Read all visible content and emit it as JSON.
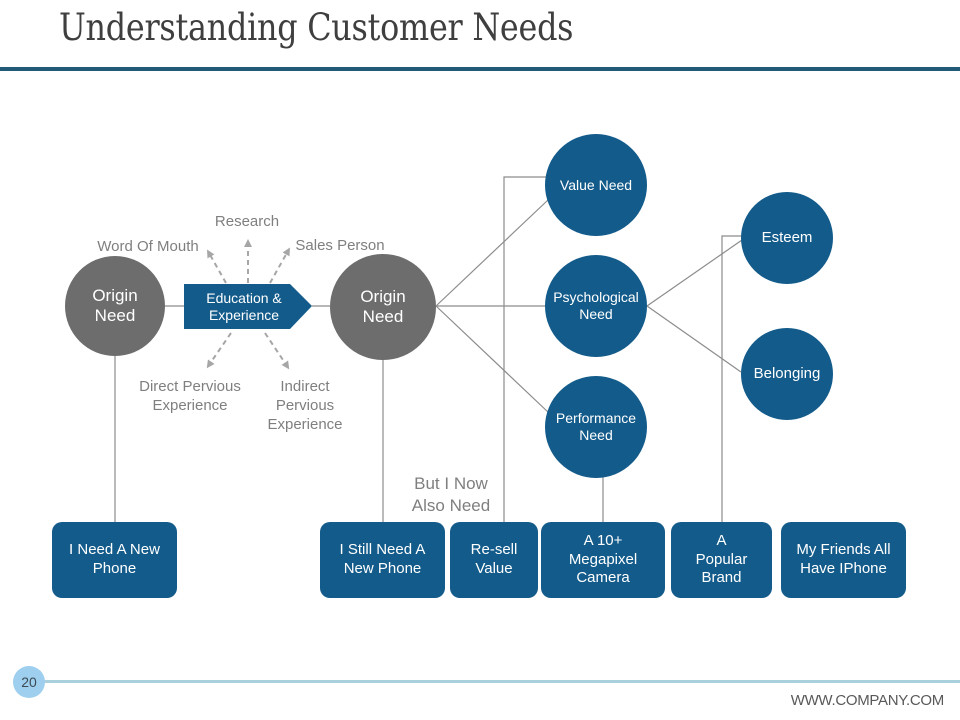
{
  "slide": {
    "title": "Understanding Customer Needs",
    "page_number": "20",
    "footer_url": "WWW.COMPANY.COM"
  },
  "colors": {
    "primary_blue": "#135b8a",
    "origin_grey": "#6d6d6d",
    "title_bar": "#235a78",
    "footer_line": "#a9d0dc",
    "page_badge": "#9fcfee",
    "connector": "#8c8c8c",
    "dashed_arrow": "#a6a6a6",
    "label_grey": "#7f7f7f"
  },
  "origin_nodes": [
    {
      "label": "Origin\nNeed"
    },
    {
      "label": "Origin\nNeed"
    }
  ],
  "process": {
    "label": "Education &\nExperience"
  },
  "influences": {
    "research": "Research",
    "word_of_mouth": "Word Of Mouth",
    "sales_person": "Sales Person",
    "direct_experience": "Direct Pervious\nExperience",
    "indirect_experience": "Indirect\nPervious\nExperience"
  },
  "need_nodes": [
    {
      "label": "Value Need"
    },
    {
      "label": "Psychological\nNeed"
    },
    {
      "label": "Performance\nNeed"
    }
  ],
  "psych_nodes": [
    {
      "label": "Esteem"
    },
    {
      "label": "Belonging"
    }
  ],
  "transition_label": "But I Now\nAlso Need",
  "statements": [
    {
      "label": "I Need A New\nPhone"
    },
    {
      "label": "I Still Need A\nNew Phone"
    },
    {
      "label": "Re-sell\nValue"
    },
    {
      "label": "A 10+\nMegapixel\nCamera"
    },
    {
      "label": "A\nPopular\nBrand"
    },
    {
      "label": "My Friends All\nHave IPhone"
    }
  ]
}
